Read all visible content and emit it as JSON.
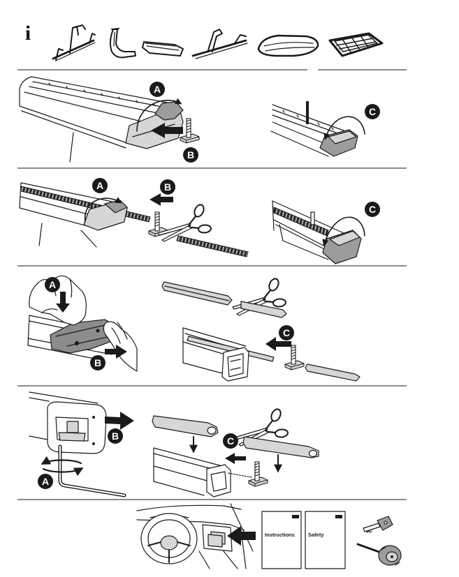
{
  "header": {
    "info_glyph": "i",
    "info_icon": "info-icon",
    "accessory_icons": [
      "bike-carrier-icon",
      "kayak-carrier-icon",
      "ski-carrier-icon",
      "fork-mount-bike-carrier-icon",
      "roof-box-icon",
      "roof-basket-icon"
    ]
  },
  "steps": [
    {
      "labels": {
        "a": "A",
        "b": "B",
        "c": "C"
      }
    },
    {
      "labels": {
        "a": "A",
        "b": "B",
        "c": "C"
      }
    },
    {
      "labels": {
        "a": "A",
        "b": "B",
        "c": "C"
      }
    },
    {
      "labels": {
        "a": "A",
        "b": "B",
        "c": "C"
      }
    }
  ],
  "final_step": {
    "booklets": [
      {
        "title": "Instructions"
      },
      {
        "title": "Safety"
      }
    ],
    "icons": [
      "car-glovebox-icon",
      "key-icon",
      "knob-tool-icon"
    ]
  },
  "colors": {
    "ink": "#1a1a1a",
    "background": "#ffffff",
    "label_text": "#ffffff",
    "shade_light": "#d6d6d6",
    "shade_dark": "#9c9c9c"
  }
}
